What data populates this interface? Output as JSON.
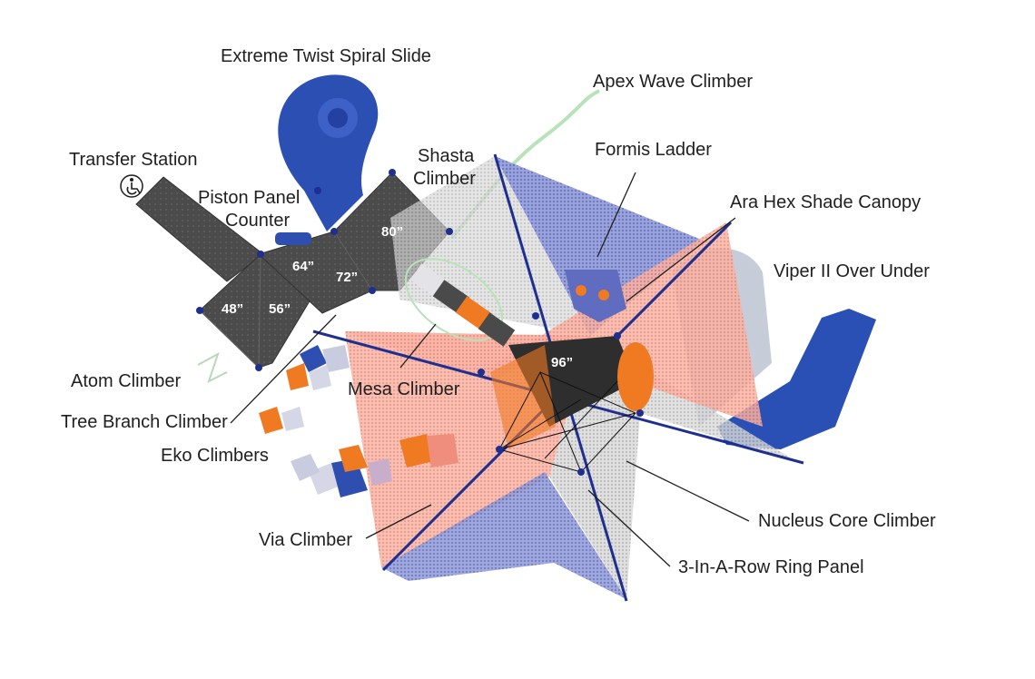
{
  "labels": {
    "extreme_twist_spiral_slide": "Extreme Twist Spiral Slide",
    "apex_wave_climber": "Apex Wave Climber",
    "transfer_station": "Transfer Station",
    "shasta_climber_line1": "Shasta",
    "shasta_climber_line2": "Climber",
    "formis_ladder": "Formis Ladder",
    "piston_panel_counter_line1": "Piston Panel",
    "piston_panel_counter_line2": "Counter",
    "ara_hex_shade_canopy": "Ara Hex Shade Canopy",
    "viper_ii_over_under": "Viper II Over Under",
    "atom_climber": "Atom Climber",
    "mesa_climber": "Mesa Climber",
    "tree_branch_climber": "Tree Branch Climber",
    "eko_climbers": "Eko Climbers",
    "nucleus_core_climber": "Nucleus Core Climber",
    "via_climber": "Via Climber",
    "three_in_a_row_ring_panel": "3-In-A-Row Ring Panel"
  },
  "deck_heights": {
    "h48": "48”",
    "h56": "56”",
    "h64": "64”",
    "h72": "72”",
    "h80": "80”",
    "h96": "96”"
  },
  "colors": {
    "slide_blue": "#2f4fb0",
    "deck_gray": "#4a4a4a",
    "accent_orange": "#f07a22",
    "canopy_red": "#f07c6a",
    "canopy_blue": "#4a5ab8",
    "canopy_gray": "#a9a9a9",
    "pole_blue": "#1e2f8f"
  },
  "icons": {
    "accessibility": "wheelchair-icon"
  }
}
